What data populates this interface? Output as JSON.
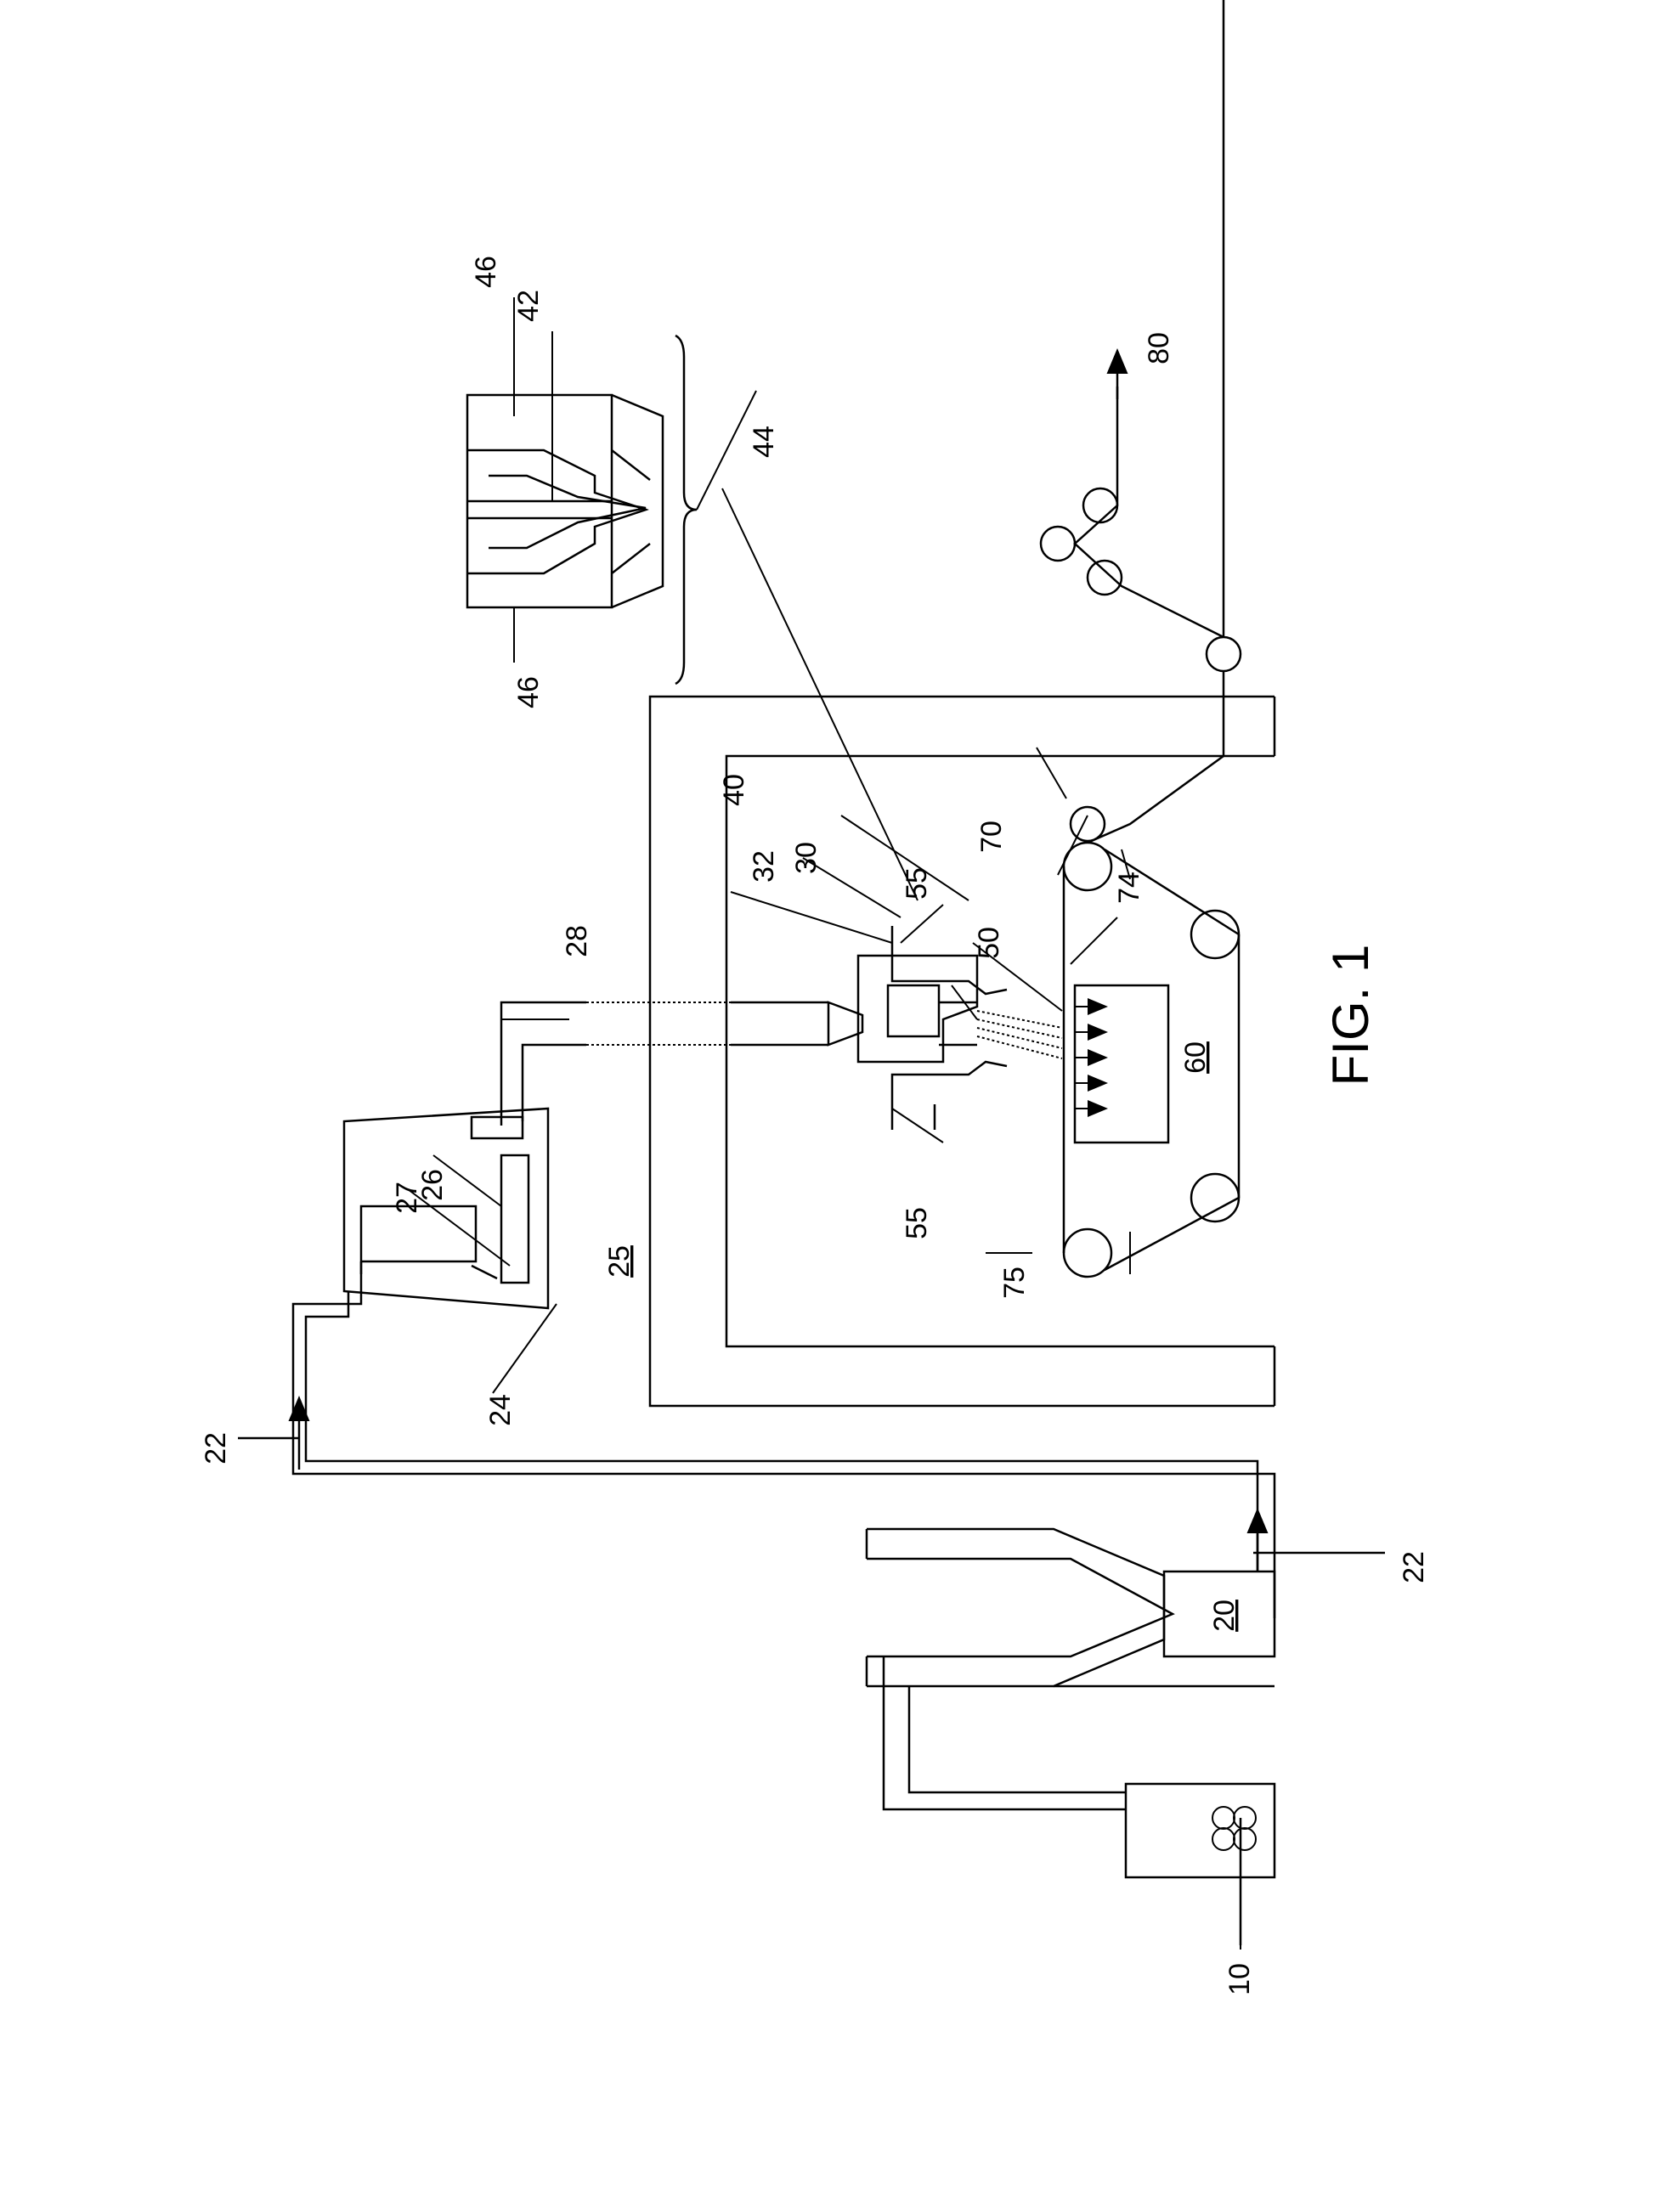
{
  "figure": {
    "caption": "FIG. 1"
  },
  "labels": {
    "l10": "10",
    "l20": "20",
    "l22a": "22",
    "l22b": "22",
    "l24": "24",
    "l25": "25",
    "l26": "26",
    "l27": "27",
    "l28": "28",
    "l30": "30",
    "l32": "32",
    "l40": "40",
    "l42": "42",
    "l44": "44",
    "l46a": "46",
    "l46b": "46",
    "l50": "50",
    "l55a": "55",
    "l55b": "55",
    "l60": "60",
    "l70": "70",
    "l74": "74",
    "l75": "75",
    "l80": "80"
  }
}
